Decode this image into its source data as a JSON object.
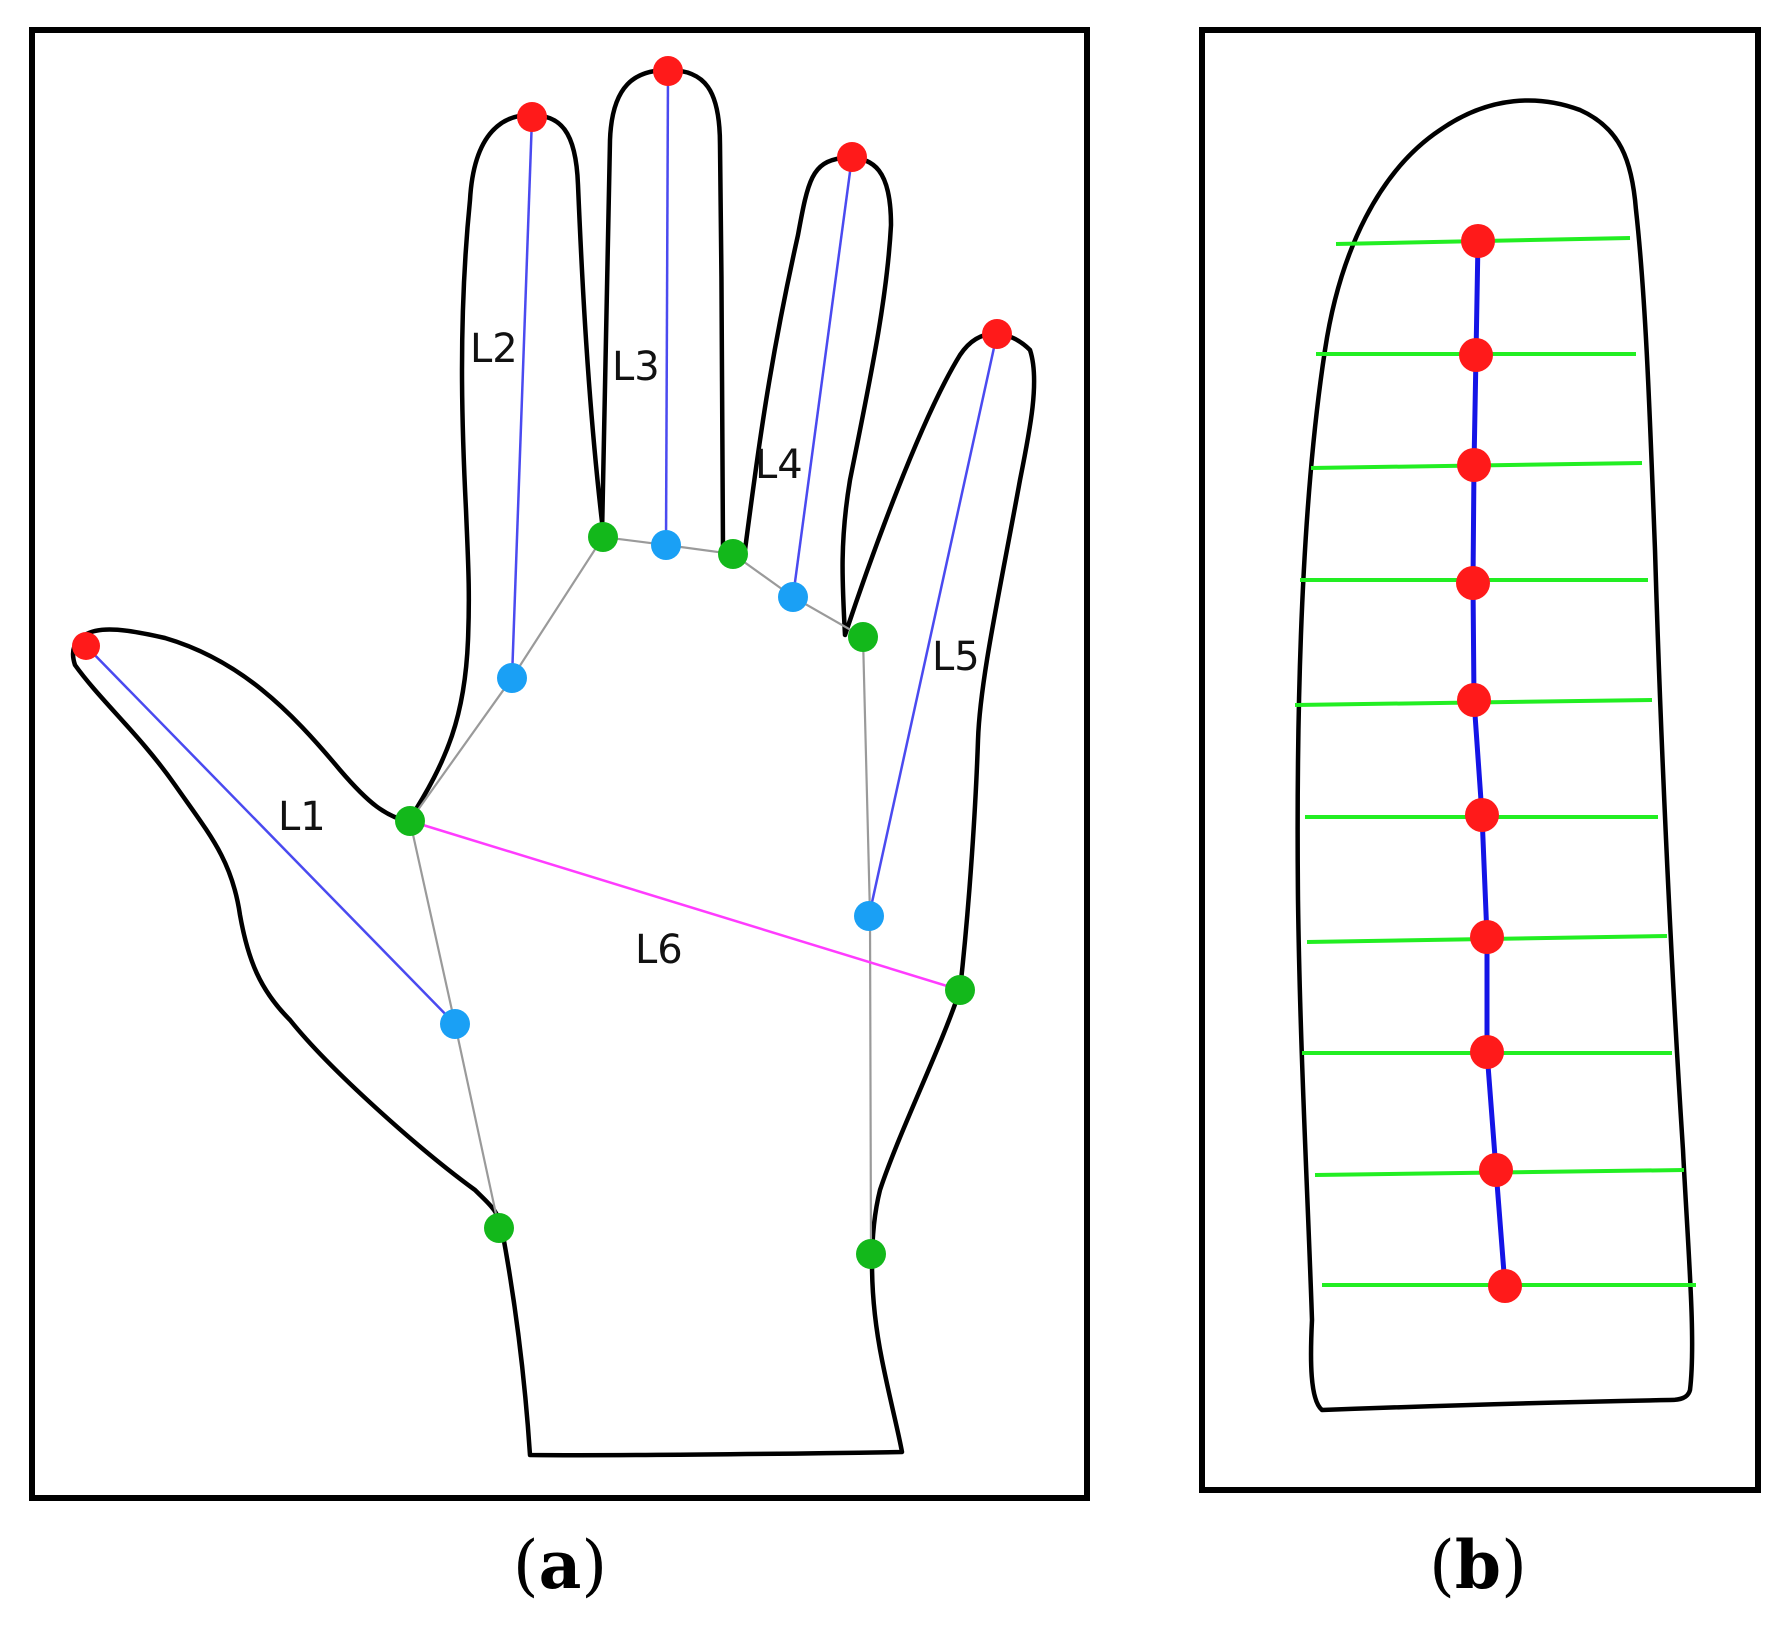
{
  "panel_a": {
    "caption_open": "(",
    "caption_letter": "a",
    "caption_close": ")",
    "labels": [
      "L1",
      "L2",
      "L3",
      "L4",
      "L5",
      "L6"
    ]
  },
  "panel_b": {
    "caption_open": "(",
    "caption_letter": "b",
    "caption_close": ")"
  },
  "colors": {
    "outline": "#000000",
    "red_point": "#ff1a1a",
    "green_point": "#13b81b",
    "blue_point": "#1aa0f5",
    "finger_length_line": "#4a4af0",
    "palm_width_line": "#ff3cff",
    "skeleton_line": "#9a9a9a",
    "width_line": "#22ee22",
    "axis_line": "#1414e6"
  }
}
